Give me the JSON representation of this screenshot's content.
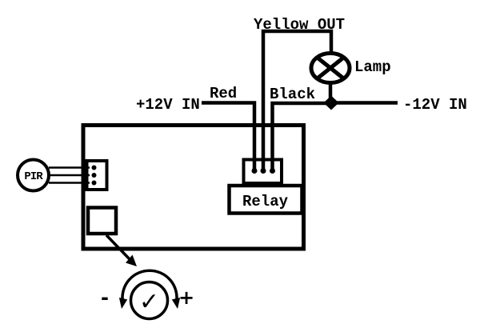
{
  "diagram": {
    "background": "#ffffff",
    "line_color": "#000000",
    "labels": {
      "yellow_out": "Yellow OUT",
      "lamp": "Lamp",
      "plus_12v": "+12V IN",
      "red": "Red",
      "black": "Black",
      "minus_12v": "-12V IN",
      "relay": "Relay",
      "pir": "PIR",
      "dial_minus": "-",
      "dial_plus": "+",
      "dial_check": "✓"
    },
    "icons": {
      "lamp-icon": "circle-with-x",
      "pir-sensor-icon": "circle-with-3-leads",
      "junction-dot-icon": "◆",
      "pointer-arrow-icon": "↘",
      "rotation-arc-icon": "double-headed-arc-over-dial",
      "check-icon": "✓"
    }
  }
}
